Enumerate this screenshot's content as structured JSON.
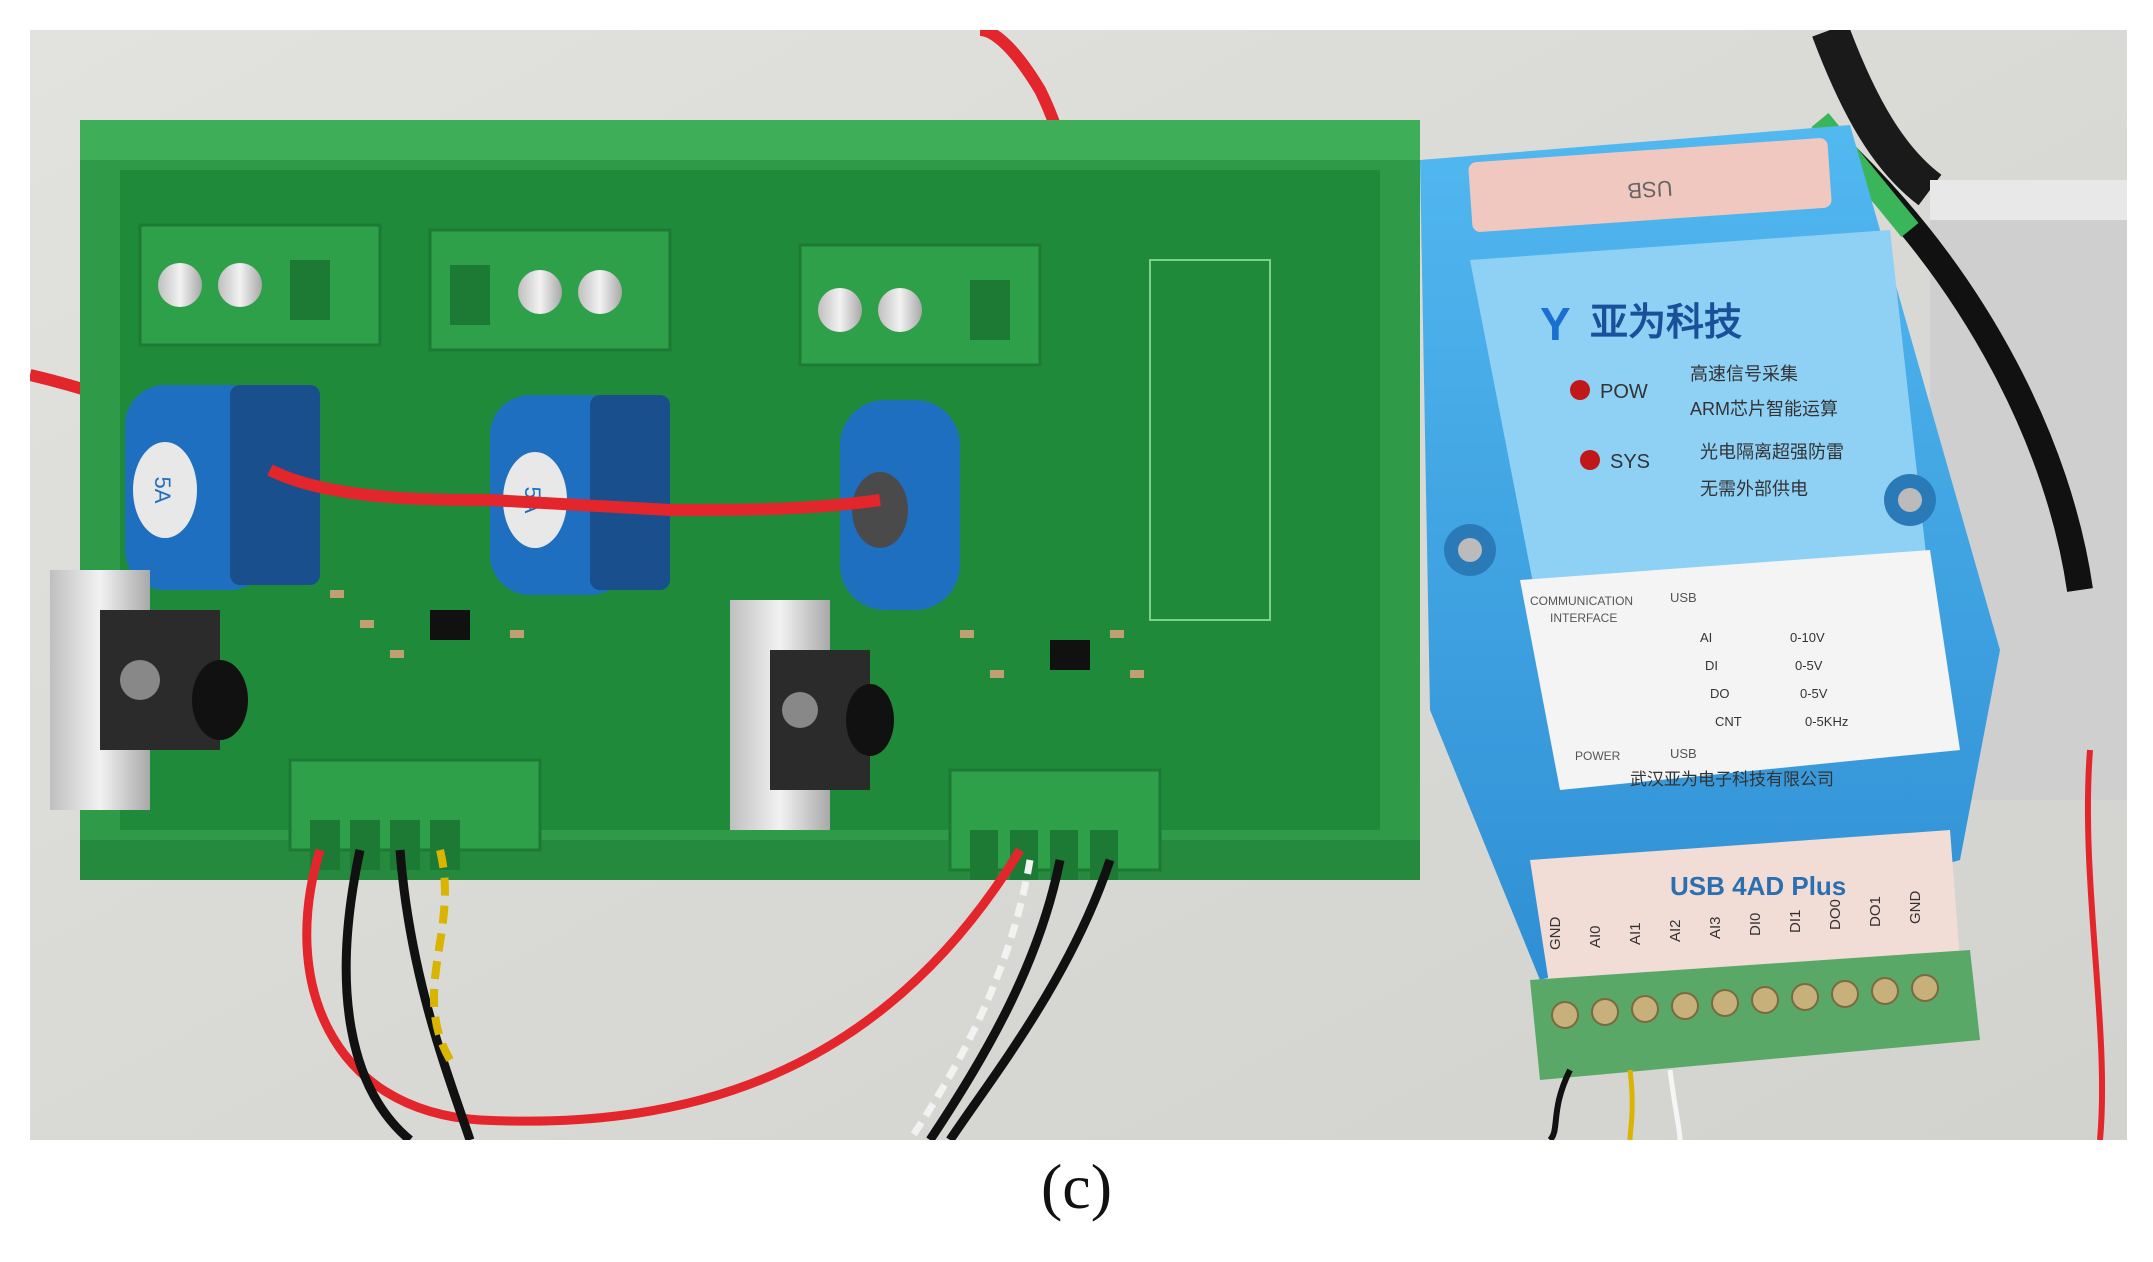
{
  "caption": "(c)",
  "device": {
    "brand": "亚为科技",
    "top_label": "USB",
    "led_pow": "POW",
    "led_sys": "SYS",
    "features": [
      "高速信号采集",
      "ARM芯片智能运算",
      "光电隔离超强防雷",
      "无需外部供电"
    ],
    "spec_labels": [
      "COMMUNICATION",
      "INTERFACE",
      "POWER"
    ],
    "spec_comm_value": "USB",
    "spec_power_value": "USB",
    "spec_rows": [
      {
        "name": "AI",
        "value": "0-10V"
      },
      {
        "name": "DI",
        "value": "0-5V"
      },
      {
        "name": "DO",
        "value": "0-5V"
      },
      {
        "name": "CNT",
        "value": "0-5KHz"
      }
    ],
    "company": "武汉亚为电子科技有限公司",
    "model": "USB 4AD Plus",
    "terminals": [
      "GND",
      "AI0",
      "AI1",
      "AI2",
      "AI3",
      "DI0",
      "DI1",
      "DO0",
      "DO1",
      "GND"
    ]
  },
  "board": {
    "sensor_label": "5A"
  },
  "colors": {
    "pcb": "#1f8a3a",
    "rail": "#2f9a48",
    "device_blue": "#3aa0e0",
    "sensor_blue": "#1f6fc0",
    "wire_red": "#e2262c",
    "background": "#dcdcd8"
  }
}
